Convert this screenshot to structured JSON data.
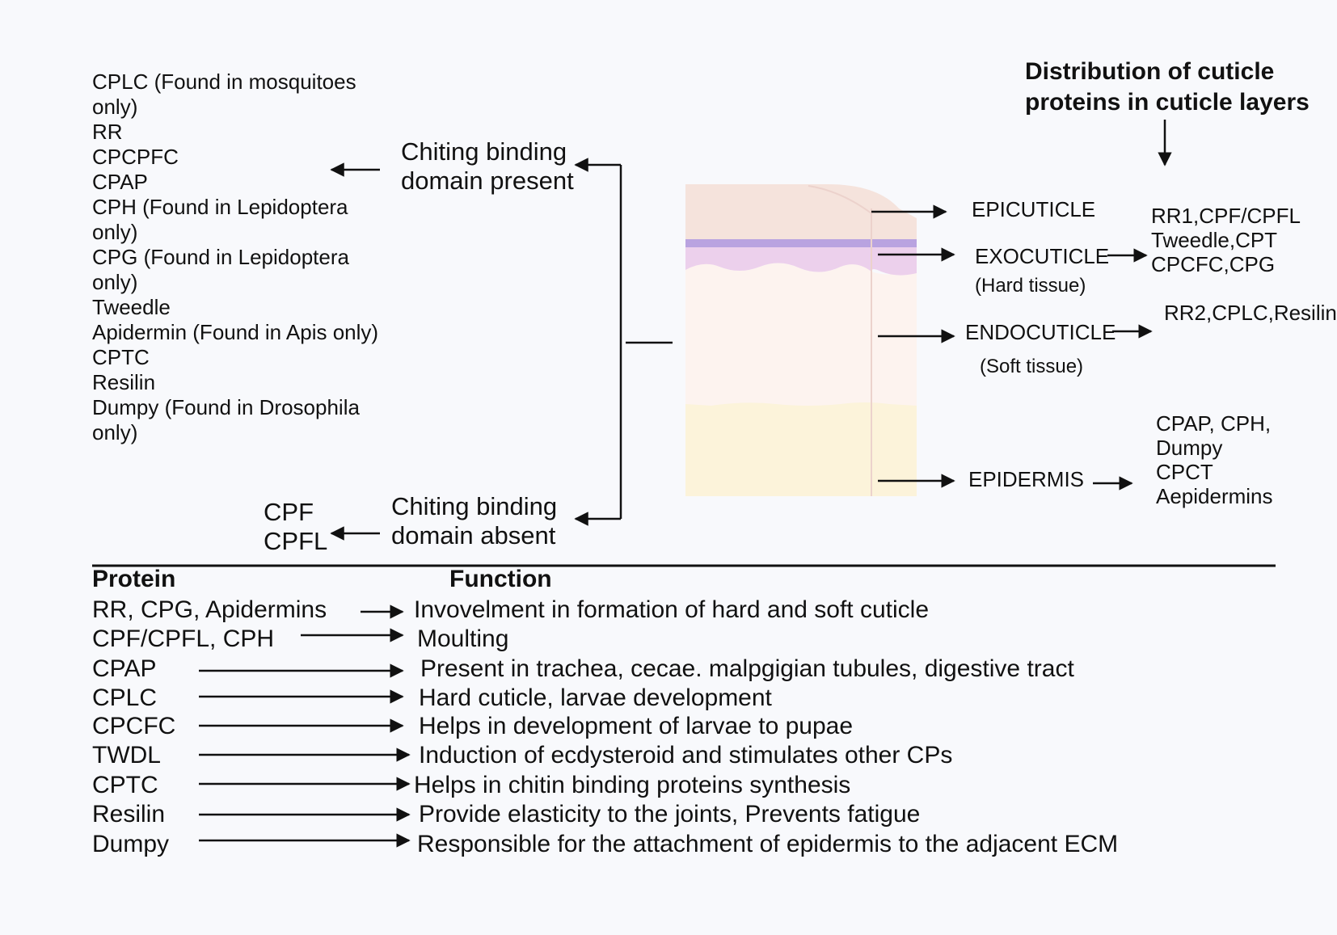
{
  "title_lines": [
    "Distribution  of cuticle",
    "proteins in cuticle layers"
  ],
  "present_list": [
    "CPLC (Found in mosquitoes",
    "only)",
    "RR",
    "CPCPFC",
    "CPAP",
    "CPH (Found in Lepidoptera",
    "only)",
    "CPG  (Found in Lepidoptera",
    "only)",
    "Tweedle",
    "Apidermin (Found in Apis only)",
    "CPTC",
    "Resilin",
    "Dumpy (Found in Drosophila",
    "only)"
  ],
  "present_label": [
    "Chiting binding",
    "domain present"
  ],
  "absent_label": [
    "Chiting binding",
    "domain absent"
  ],
  "absent_list": [
    "CPF",
    "CPFL"
  ],
  "layers": {
    "epicuticle": {
      "name": "EPICUTICLE"
    },
    "exocuticle": {
      "name": "EXOCUTICLE",
      "note": "(Hard tissue)"
    },
    "endocuticle": {
      "name": "ENDOCUTICLE",
      "note": "(Soft tissue)"
    },
    "epidermis": {
      "name": "EPIDERMIS"
    }
  },
  "layer_proteins": {
    "exocuticle": [
      "RR1,CPF/CPFL",
      "Tweedle,CPT",
      "CPCFC,CPG"
    ],
    "endocuticle": [
      "RR2,CPLC,Resilin"
    ],
    "epidermis": [
      "CPAP, CPH,",
      "Dumpy",
      "CPCT",
      "Aepidermins"
    ]
  },
  "table": {
    "protein_header": "Protein",
    "function_header": "Function",
    "rows": [
      {
        "protein": "RR, CPG, Apidermins",
        "function": "Invovelment in formation of hard and soft cuticle"
      },
      {
        "protein": "CPF/CPFL, CPH",
        "function": "Moulting"
      },
      {
        "protein": "CPAP",
        "function": "Present in trachea, cecae. malpgigian tubules, digestive tract"
      },
      {
        "protein": "CPLC",
        "function": "Hard cuticle, larvae development"
      },
      {
        "protein": "CPCFC",
        "function": "Helps in development of larvae to pupae"
      },
      {
        "protein": "TWDL",
        "function": "Induction of ecdysteroid and stimulates other CPs"
      },
      {
        "protein": "CPTC",
        "function": "Helps in chitin binding proteins synthesis"
      },
      {
        "protein": "Resilin",
        "function": "Provide elasticity to the joints, Prevents fatigue"
      },
      {
        "protein": "Dumpy",
        "function": "Responsible for the attachment of epidermis to the  adjacent ECM"
      }
    ]
  },
  "colors": {
    "epicuticle": "#f5e3dc",
    "exocuticle_band": "#b9a3e0",
    "exocuticle": "#ecd0ec",
    "endocuticle": "#fdf3ef",
    "epidermis": "#fcf3da"
  }
}
